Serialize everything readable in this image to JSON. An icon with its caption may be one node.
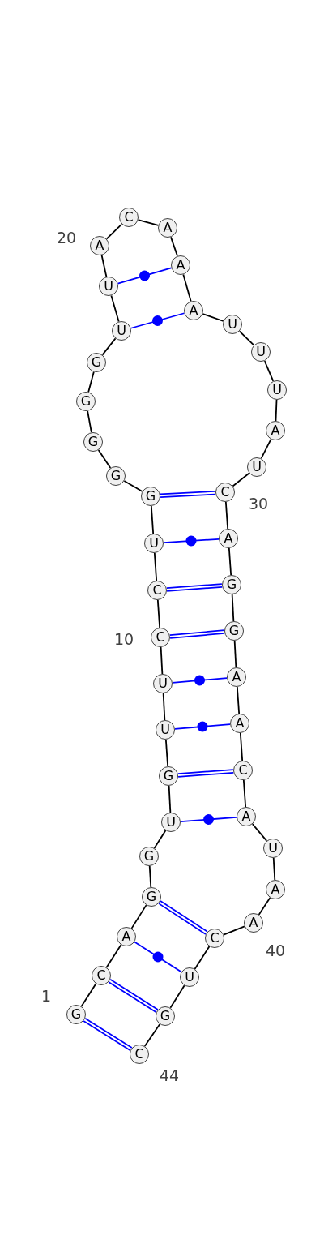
{
  "diagram": {
    "nodes": [
      {
        "text": [
          "G"
        ],
        "beside": [
          "1"
        ]
      },
      {
        "text": [
          "C"
        ]
      },
      {
        "text": [
          "A"
        ]
      },
      {
        "text": [
          "G"
        ]
      },
      {
        "text": [
          "G"
        ]
      },
      {
        "text": [
          "U"
        ]
      },
      {
        "text": [
          "G"
        ]
      },
      {
        "text": [
          "U"
        ]
      },
      {
        "text": [
          "U"
        ]
      },
      {
        "text": [
          "C"
        ],
        "beside": [
          "10"
        ]
      },
      {
        "text": [
          "C"
        ]
      },
      {
        "text": [
          "U"
        ]
      },
      {
        "text": [
          "G"
        ]
      },
      {
        "text": [
          "G"
        ]
      },
      {
        "text": [
          "G"
        ]
      },
      {
        "text": [
          "G"
        ]
      },
      {
        "text": [
          "G"
        ]
      },
      {
        "text": [
          "U"
        ]
      },
      {
        "text": [
          "U"
        ]
      },
      {
        "text": [
          "A"
        ],
        "beside": [
          "20"
        ]
      },
      {
        "text": [
          "C"
        ]
      },
      {
        "text": [
          "A"
        ]
      },
      {
        "text": [
          "A"
        ]
      },
      {
        "text": [
          "A"
        ]
      },
      {
        "text": [
          "U"
        ]
      },
      {
        "text": [
          "U"
        ]
      },
      {
        "text": [
          "U"
        ]
      },
      {
        "text": [
          "A"
        ]
      },
      {
        "text": [
          "U"
        ]
      },
      {
        "text": [
          "C"
        ],
        "beside": [
          "30"
        ]
      },
      {
        "text": [
          "A"
        ]
      },
      {
        "text": [
          "G"
        ]
      },
      {
        "text": [
          "G"
        ]
      },
      {
        "text": [
          "A"
        ]
      },
      {
        "text": [
          "A"
        ]
      },
      {
        "text": [
          "C"
        ]
      },
      {
        "text": [
          "A"
        ]
      },
      {
        "text": [
          "U"
        ]
      },
      {
        "text": [
          "A"
        ]
      },
      {
        "text": [
          "A"
        ],
        "beside": [
          "40"
        ]
      },
      {
        "text": [
          "C"
        ]
      },
      {
        "text": [
          "U"
        ]
      },
      {
        "text": [
          "G"
        ]
      },
      {
        "text": [
          "C"
        ],
        "beside": [
          "44"
        ]
      }
    ],
    "edges": [
      {
        "from": 0,
        "to": 1,
        "arrow": "none"
      },
      {
        "from": 1,
        "to": 2,
        "arrow": "none"
      },
      {
        "from": 2,
        "to": 3,
        "arrow": "none"
      },
      {
        "from": 3,
        "to": 4,
        "arrow": "none"
      },
      {
        "from": 4,
        "to": 5,
        "arrow": "none"
      },
      {
        "from": 5,
        "to": 6,
        "arrow": "none"
      },
      {
        "from": 6,
        "to": 7,
        "arrow": "none"
      },
      {
        "from": 7,
        "to": 8,
        "arrow": "none"
      },
      {
        "from": 8,
        "to": 9,
        "arrow": "none"
      },
      {
        "from": 9,
        "to": 10,
        "arrow": "none"
      },
      {
        "from": 10,
        "to": 11,
        "arrow": "none"
      },
      {
        "from": 11,
        "to": 12,
        "arrow": "none"
      },
      {
        "from": 12,
        "to": 13,
        "arrow": "none"
      },
      {
        "from": 13,
        "to": 14,
        "arrow": "none"
      },
      {
        "from": 14,
        "to": 15,
        "arrow": "none"
      },
      {
        "from": 15,
        "to": 16,
        "arrow": "none"
      },
      {
        "from": 16,
        "to": 17,
        "arrow": "none"
      },
      {
        "from": 17,
        "to": 18,
        "arrow": "none"
      },
      {
        "from": 18,
        "to": 19,
        "arrow": "none"
      },
      {
        "from": 19,
        "to": 20,
        "arrow": "none"
      },
      {
        "from": 20,
        "to": 21,
        "arrow": "none"
      },
      {
        "from": 21,
        "to": 22,
        "arrow": "none"
      },
      {
        "from": 22,
        "to": 23,
        "arrow": "none"
      },
      {
        "from": 23,
        "to": 24,
        "arrow": "none"
      },
      {
        "from": 24,
        "to": 25,
        "arrow": "none"
      },
      {
        "from": 25,
        "to": 26,
        "arrow": "none"
      },
      {
        "from": 26,
        "to": 27,
        "arrow": "none"
      },
      {
        "from": 27,
        "to": 28,
        "arrow": "none"
      },
      {
        "from": 28,
        "to": 29,
        "arrow": "none"
      },
      {
        "from": 29,
        "to": 30,
        "arrow": "none"
      },
      {
        "from": 30,
        "to": 31,
        "arrow": "none"
      },
      {
        "from": 31,
        "to": 32,
        "arrow": "none"
      },
      {
        "from": 32,
        "to": 33,
        "arrow": "none"
      },
      {
        "from": 33,
        "to": 34,
        "arrow": "none"
      },
      {
        "from": 34,
        "to": 35,
        "arrow": "none"
      },
      {
        "from": 35,
        "to": 36,
        "arrow": "none"
      },
      {
        "from": 36,
        "to": 37,
        "arrow": "none"
      },
      {
        "from": 37,
        "to": 38,
        "arrow": "none"
      },
      {
        "from": 38,
        "to": 39,
        "arrow": "none"
      },
      {
        "from": 39,
        "to": 40,
        "arrow": "none"
      },
      {
        "from": 40,
        "to": 41,
        "arrow": "none"
      },
      {
        "from": 41,
        "to": 42,
        "arrow": "none"
      },
      {
        "from": 42,
        "to": 43,
        "arrow": "none"
      },
      {
        "from": 0,
        "to": 43,
        "arrow": "none",
        "style": "thick",
        "color": "#0000ff"
      },
      {
        "from": 1,
        "to": 42,
        "arrow": "none",
        "style": "thick",
        "color": "#0000ff"
      },
      {
        "from": 2,
        "to": 41,
        "arrow": "none",
        "color": "#0000ff"
      },
      {
        "from": 3,
        "to": 40,
        "arrow": "none",
        "style": "thick",
        "color": "#0000ff"
      },
      {
        "from": 5,
        "to": 36,
        "arrow": "none",
        "color": "#0000ff"
      },
      {
        "from": 6,
        "to": 35,
        "arrow": "none",
        "style": "thick",
        "color": "#0000ff"
      },
      {
        "from": 7,
        "to": 34,
        "arrow": "none",
        "color": "#0000ff"
      },
      {
        "from": 8,
        "to": 33,
        "arrow": "none",
        "color": "#0000ff"
      },
      {
        "from": 9,
        "to": 32,
        "arrow": "none",
        "style": "thick",
        "color": "#0000ff"
      },
      {
        "from": 10,
        "to": 31,
        "arrow": "none",
        "style": "thick",
        "color": "#0000ff"
      },
      {
        "from": 11,
        "to": 30,
        "arrow": "none",
        "color": "#0000ff"
      },
      {
        "from": 12,
        "to": 29,
        "arrow": "none",
        "style": "thick",
        "color": "#0000ff"
      },
      {
        "from": 17,
        "to": 23,
        "arrow": "none",
        "color": "#0000ff"
      },
      {
        "from": 18,
        "to": 22,
        "arrow": "none",
        "color": "#0000ff"
      }
    ]
  }
}
